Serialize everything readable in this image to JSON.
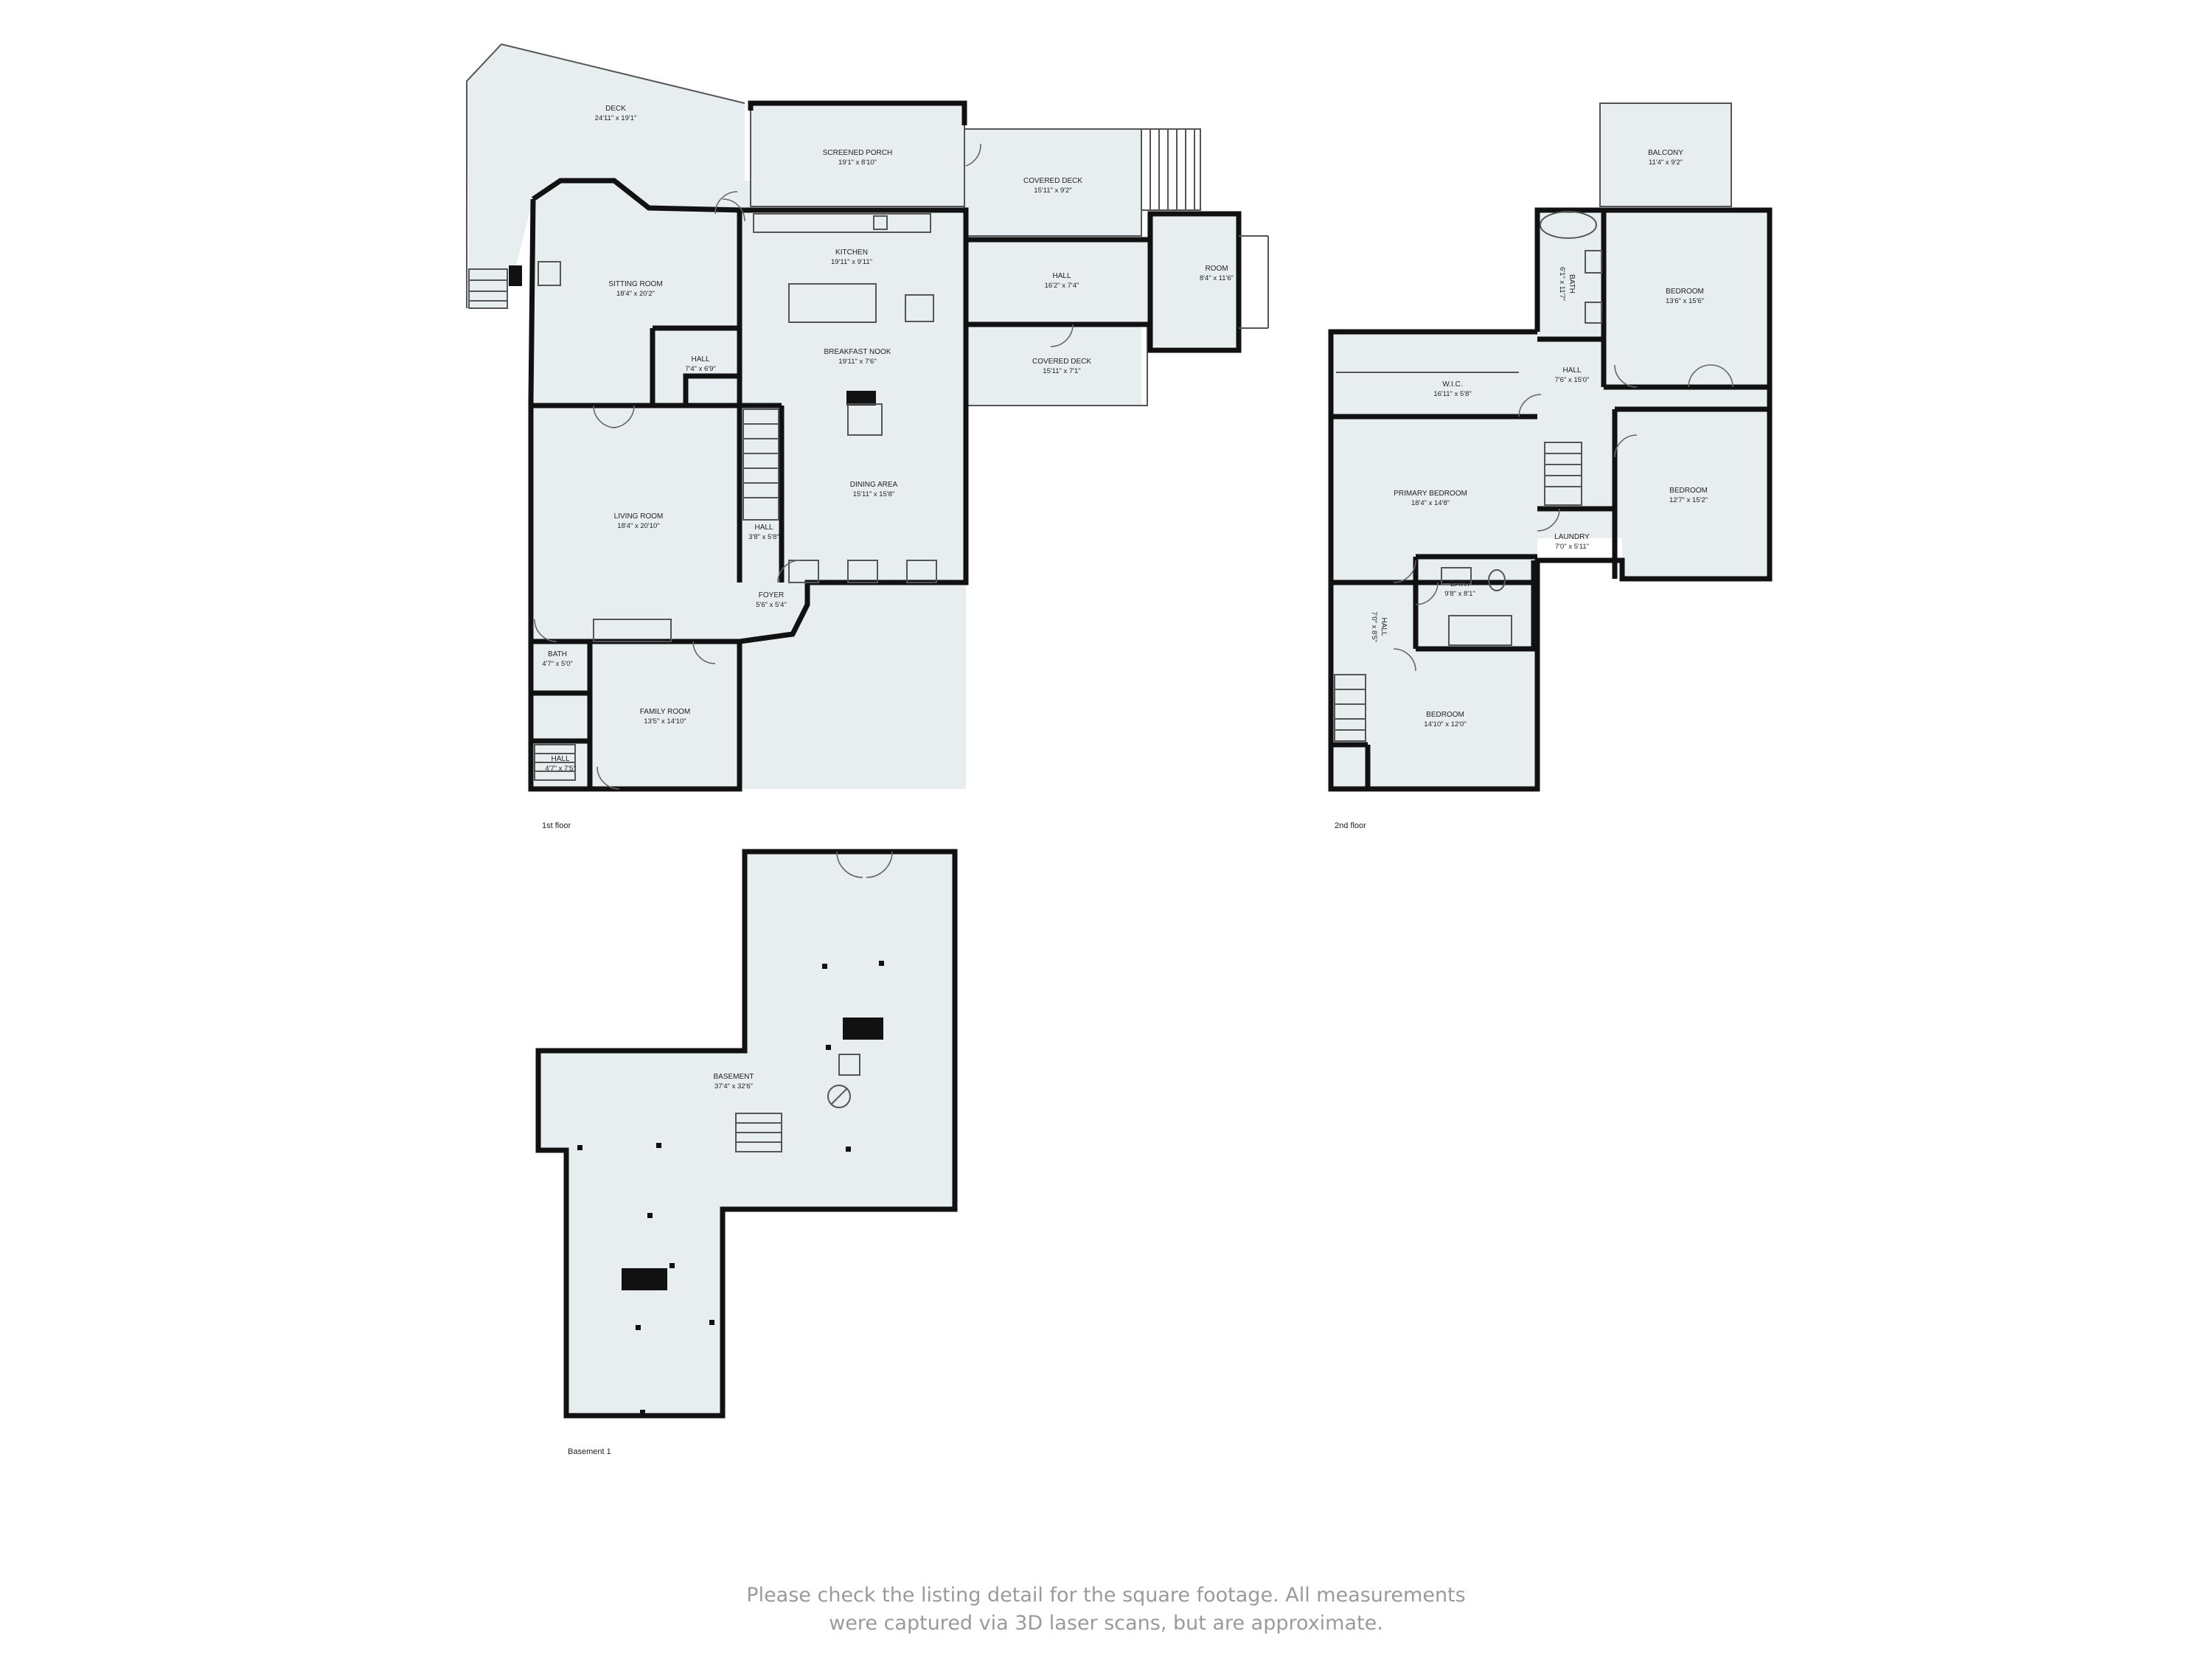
{
  "floors": {
    "first": {
      "label": "1st floor",
      "rooms": {
        "deck": {
          "name": "DECK",
          "dims": "24'11\" x 19'1\""
        },
        "screened_porch": {
          "name": "SCREENED PORCH",
          "dims": "19'1\" x 8'10\""
        },
        "covered_deck_top": {
          "name": "COVERED DECK",
          "dims": "15'11\" x 9'2\""
        },
        "sitting_room": {
          "name": "SITTING ROOM",
          "dims": "18'4\" x 20'2\""
        },
        "kitchen": {
          "name": "KITCHEN",
          "dims": "19'11\" x 9'11\""
        },
        "hall_east": {
          "name": "HALL",
          "dims": "16'2\" x 7'4\""
        },
        "room": {
          "name": "ROOM",
          "dims": "8'4\" x 11'6\""
        },
        "hall_small": {
          "name": "HALL",
          "dims": "7'4\" x 6'9\""
        },
        "breakfast_nook": {
          "name": "BREAKFAST NOOK",
          "dims": "19'11\" x 7'6\""
        },
        "covered_deck_bottom": {
          "name": "COVERED DECK",
          "dims": "15'11\" x 7'1\""
        },
        "living_room": {
          "name": "LIVING ROOM",
          "dims": "18'4\" x 20'10\""
        },
        "dining_area": {
          "name": "DINING AREA",
          "dims": "15'11\" x 15'8\""
        },
        "hall_stair": {
          "name": "HALL",
          "dims": "3'8\" x 5'8\""
        },
        "foyer": {
          "name": "FOYER",
          "dims": "5'6\" x 5'4\""
        },
        "bath": {
          "name": "BATH",
          "dims": "4'7\" x 5'0\""
        },
        "family_room": {
          "name": "FAMILY ROOM",
          "dims": "13'5\" x 14'10\""
        },
        "hall_west": {
          "name": "HALL",
          "dims": "4'7\" x 7'5\""
        }
      }
    },
    "second": {
      "label": "2nd floor",
      "rooms": {
        "balcony": {
          "name": "BALCONY",
          "dims": "11'4\" x 9'2\""
        },
        "bath_upper": {
          "name": "BATH",
          "dims": "6'1\" x 11'7\""
        },
        "bedroom_ne": {
          "name": "BEDROOM",
          "dims": "13'6\" x 15'6\""
        },
        "wic": {
          "name": "W.I.C.",
          "dims": "16'11\" x 5'8\""
        },
        "hall_center": {
          "name": "HALL",
          "dims": "7'6\" x 15'0\""
        },
        "primary_bedroom": {
          "name": "PRIMARY BEDROOM",
          "dims": "18'4\" x 14'8\""
        },
        "bedroom_e": {
          "name": "BEDROOM",
          "dims": "12'7\" x 15'2\""
        },
        "laundry": {
          "name": "LAUNDRY",
          "dims": "7'0\" x 5'11\""
        },
        "bath_mid": {
          "name": "BATH",
          "dims": "9'8\" x 8'1\""
        },
        "hall_vertical": {
          "name": "HALL",
          "dims": "7'0\" x 8'5\""
        },
        "bedroom_s": {
          "name": "BEDROOM",
          "dims": "14'10\" x 12'0\""
        }
      }
    },
    "basement": {
      "label": "Basement 1",
      "rooms": {
        "basement": {
          "name": "BASEMENT",
          "dims": "37'4\" x 32'6\""
        }
      }
    }
  },
  "disclaimer": {
    "line1": "Please check the listing detail for the square footage. All measurements",
    "line2": "were captured via 3D laser scans, but are approximate."
  },
  "colors": {
    "room_fill": "#e8edf0",
    "wall": "#111111",
    "disclaimer_text": "#9a9a9a"
  }
}
